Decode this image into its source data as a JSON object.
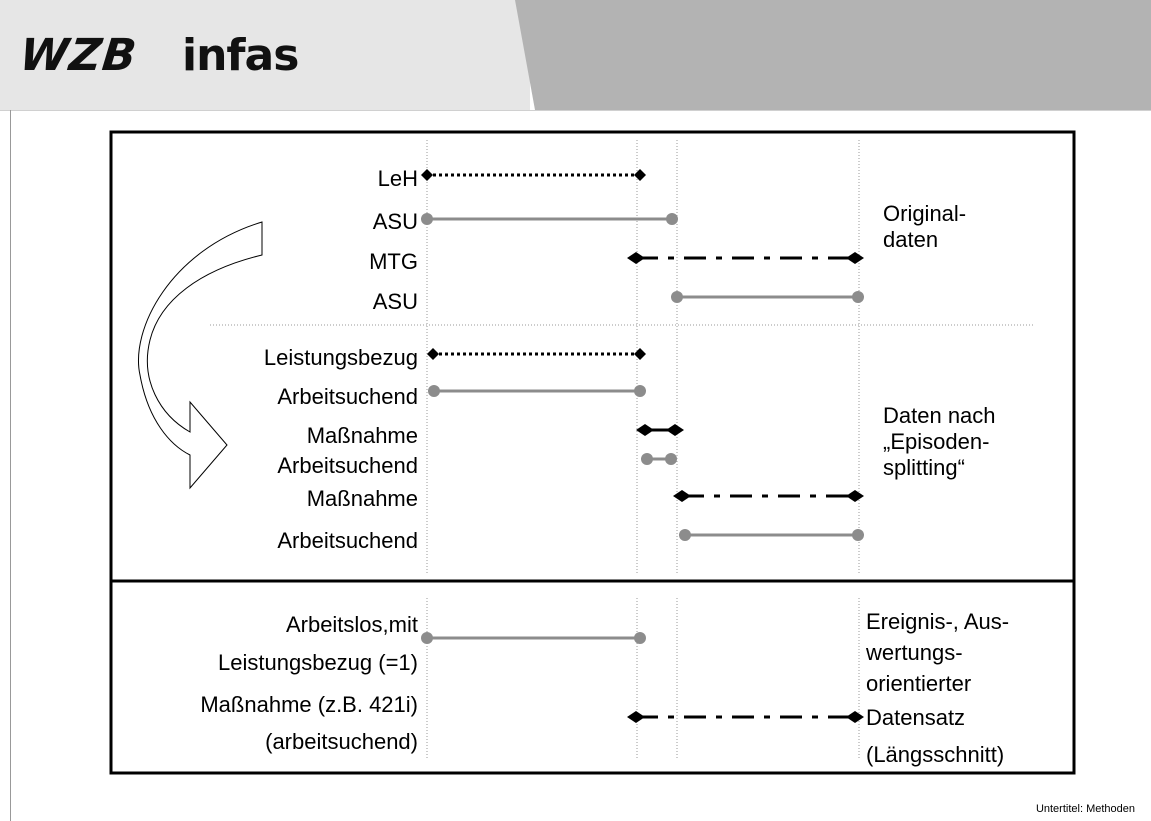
{
  "header": {
    "logo_left": "WZB",
    "logo_right": "infas"
  },
  "diagram": {
    "top_labels": [
      "LeH",
      "ASU",
      "MTG",
      "ASU"
    ],
    "top_caption": [
      "Original-",
      "daten"
    ],
    "mid_labels": [
      "Leistungsbezug",
      "Arbeitsuchend",
      "Maßnahme",
      "Arbeitsuchend",
      "Maßnahme",
      "Arbeitsuchend"
    ],
    "mid_caption": [
      "Daten nach",
      "„Episoden-",
      "splitting“"
    ],
    "bottom_labels": [
      "Arbeitslos,mit",
      "Leistungsbezug (=1)",
      "Maßnahme (z.B. 421i)",
      "(arbeitsuchend)"
    ],
    "bottom_caption": [
      "Ereignis-, Aus-",
      "wertungs-",
      "orientierter",
      "Datensatz",
      "(Längsschnitt)"
    ]
  },
  "footer": {
    "text": "Untertitel: Methoden"
  },
  "colors": {
    "gray_line": "#8c8c8c",
    "black": "#000000",
    "header_light": "#e6e6e6",
    "header_dark": "#b3b3b3"
  }
}
